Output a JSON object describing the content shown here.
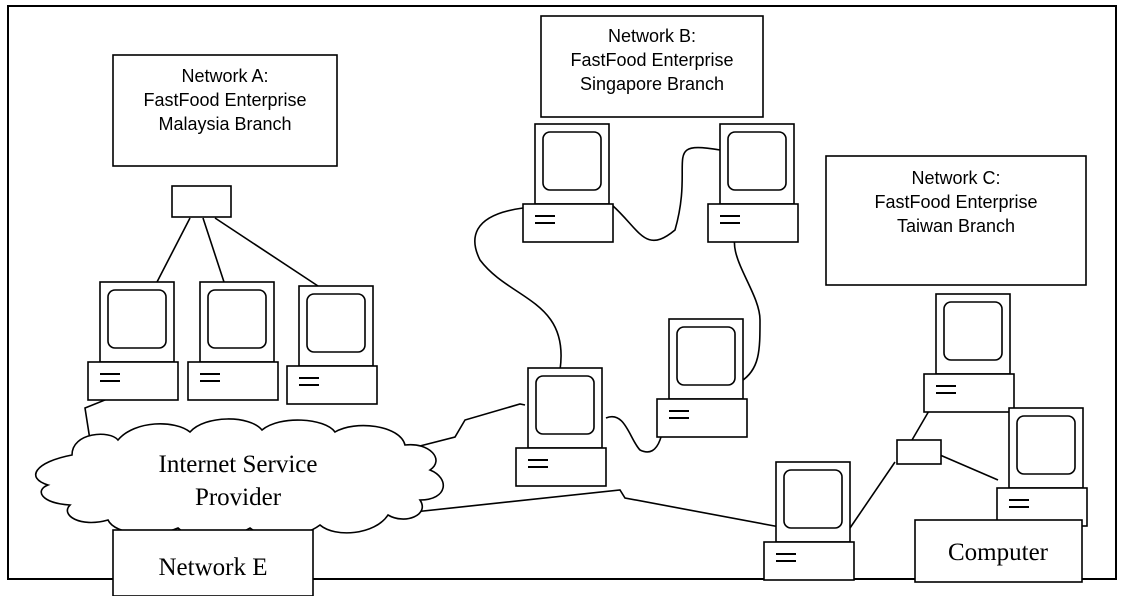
{
  "networks": {
    "a": {
      "lines": [
        "Network A:",
        "FastFood Enterprise",
        "Malaysia Branch"
      ]
    },
    "b": {
      "lines": [
        "Network B:",
        "FastFood Enterprise",
        "Singapore Branch"
      ]
    },
    "c": {
      "lines": [
        "Network C:",
        "FastFood Enterprise",
        "Taiwan Branch"
      ]
    }
  },
  "isp": {
    "lines": [
      "Internet Service",
      "Provider"
    ]
  },
  "network_e": {
    "label": "Network E"
  },
  "computer_box": {
    "label": "Computer"
  }
}
